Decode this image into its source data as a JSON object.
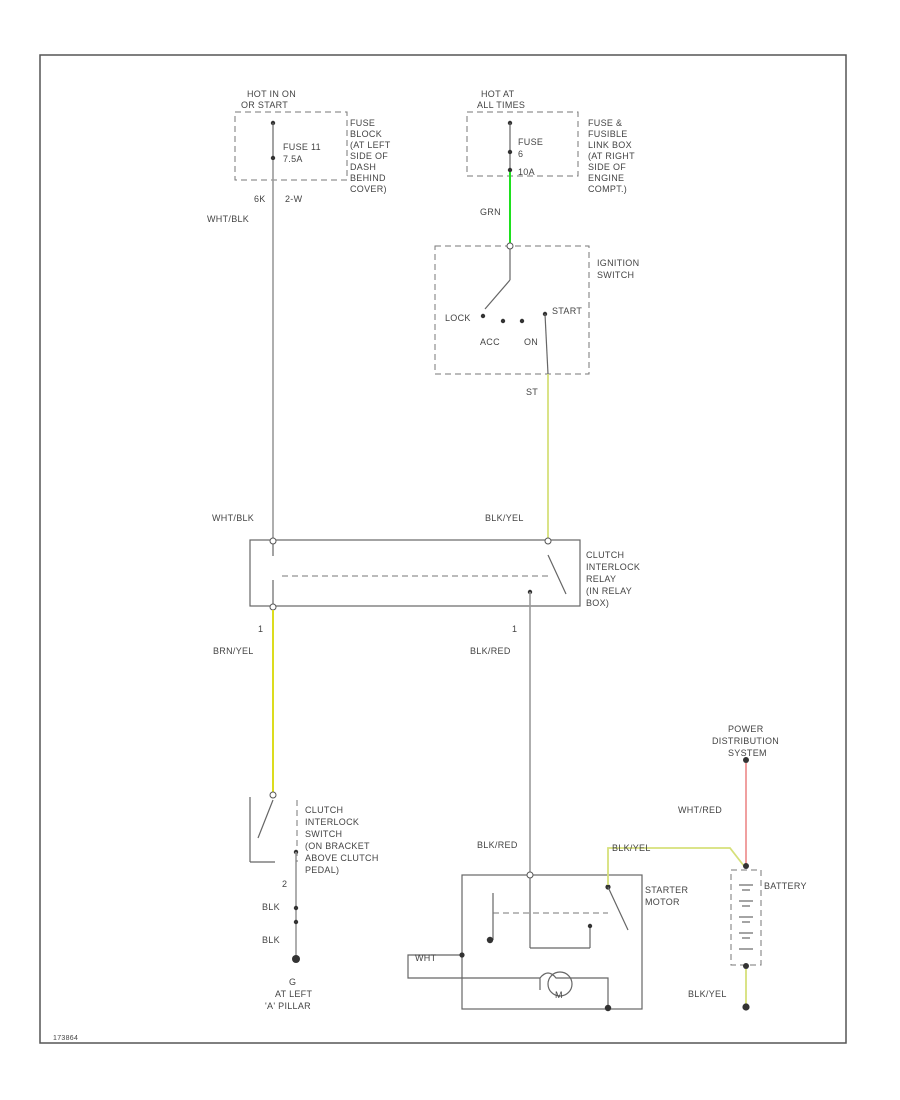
{
  "labels": {
    "hot_run_start_1": "HOT IN ON",
    "hot_run_start_2": "OR START",
    "fuse_block_1": "FUSE",
    "fuse_block_2": "BLOCK",
    "fuse_block_3": "(AT LEFT",
    "fuse_block_4": "SIDE OF",
    "fuse_block_5": "DASH",
    "fuse_block_6": "BEHIND",
    "fuse_block_7": "COVER)",
    "fuse_11": "FUSE 11",
    "fuse_11_amps": "7.5A",
    "conn_left_1": "6K",
    "conn_left_2": "2-W",
    "wire_wht_blk_top": "WHT/BLK",
    "hot_at_all_1": "HOT AT",
    "hot_at_all_2": "ALL TIMES",
    "fuse_link_1": "FUSE &",
    "fuse_link_2": "FUSIBLE",
    "fuse_link_3": "LINK BOX",
    "fuse_link_4": "(AT RIGHT",
    "fuse_link_5": "SIDE OF",
    "fuse_link_6": "ENGINE",
    "fuse_link_7": "COMPT.)",
    "fuse_6": "FUSE",
    "fuse_6_num": "6",
    "fuse_6_amps": "10A",
    "wire_grn": "GRN",
    "ign_sw_1": "IGNITION",
    "ign_sw_2": "SWITCH",
    "lock": "LOCK",
    "start": "START",
    "acc": "ACC",
    "on": "ON",
    "ign_pin": "ST",
    "wire_wht_blk_mid": "WHT/BLK",
    "wire_blk_yel_relay": "BLK/YEL",
    "relay_1": "CLUTCH",
    "relay_2": "INTERLOCK",
    "relay_3": "RELAY",
    "relay_4": "(IN RELAY",
    "relay_5": "BOX)",
    "pin_left_relay": "1",
    "wire_brn_yel": "BRN/YEL",
    "pin_right_relay": "1",
    "wire_blk_red_mid": "BLK/RED",
    "clutch_sw_1": "CLUTCH",
    "clutch_sw_2": "INTERLOCK",
    "clutch_sw_3": "SWITCH",
    "clutch_sw_4": "(ON BRACKET",
    "clutch_sw_5": "ABOVE CLUTCH",
    "clutch_sw_6": "PEDAL)",
    "clutch_pin": "2",
    "wire_blk_1": "BLK",
    "wire_blk_2": "BLK",
    "ground_1": "G",
    "ground_2": "AT LEFT",
    "ground_3": "'A' PILLAR",
    "wire_blk_red_low": "BLK/RED",
    "pds_1": "POWER",
    "pds_2": "DISTRIBUTION",
    "pds_3": "SYSTEM",
    "wire_wht_red": "WHT/RED",
    "wire_blk_yel_starter": "BLK/YEL",
    "starter_1": "STARTER",
    "starter_2": "MOTOR",
    "battery": "BATTERY",
    "starter_wire": "WHT",
    "motor_m": "M",
    "wire_blk_yel_bottom": "BLK/YEL",
    "diagram_id": "173864"
  },
  "colors": {
    "wire_green": "#1ee01e",
    "wire_yellow": "#dcdc1e",
    "wire_yellow_pale": "#d6e07a",
    "wire_red": "#f0a0a0",
    "wire_gray": "#9a9a9a"
  }
}
